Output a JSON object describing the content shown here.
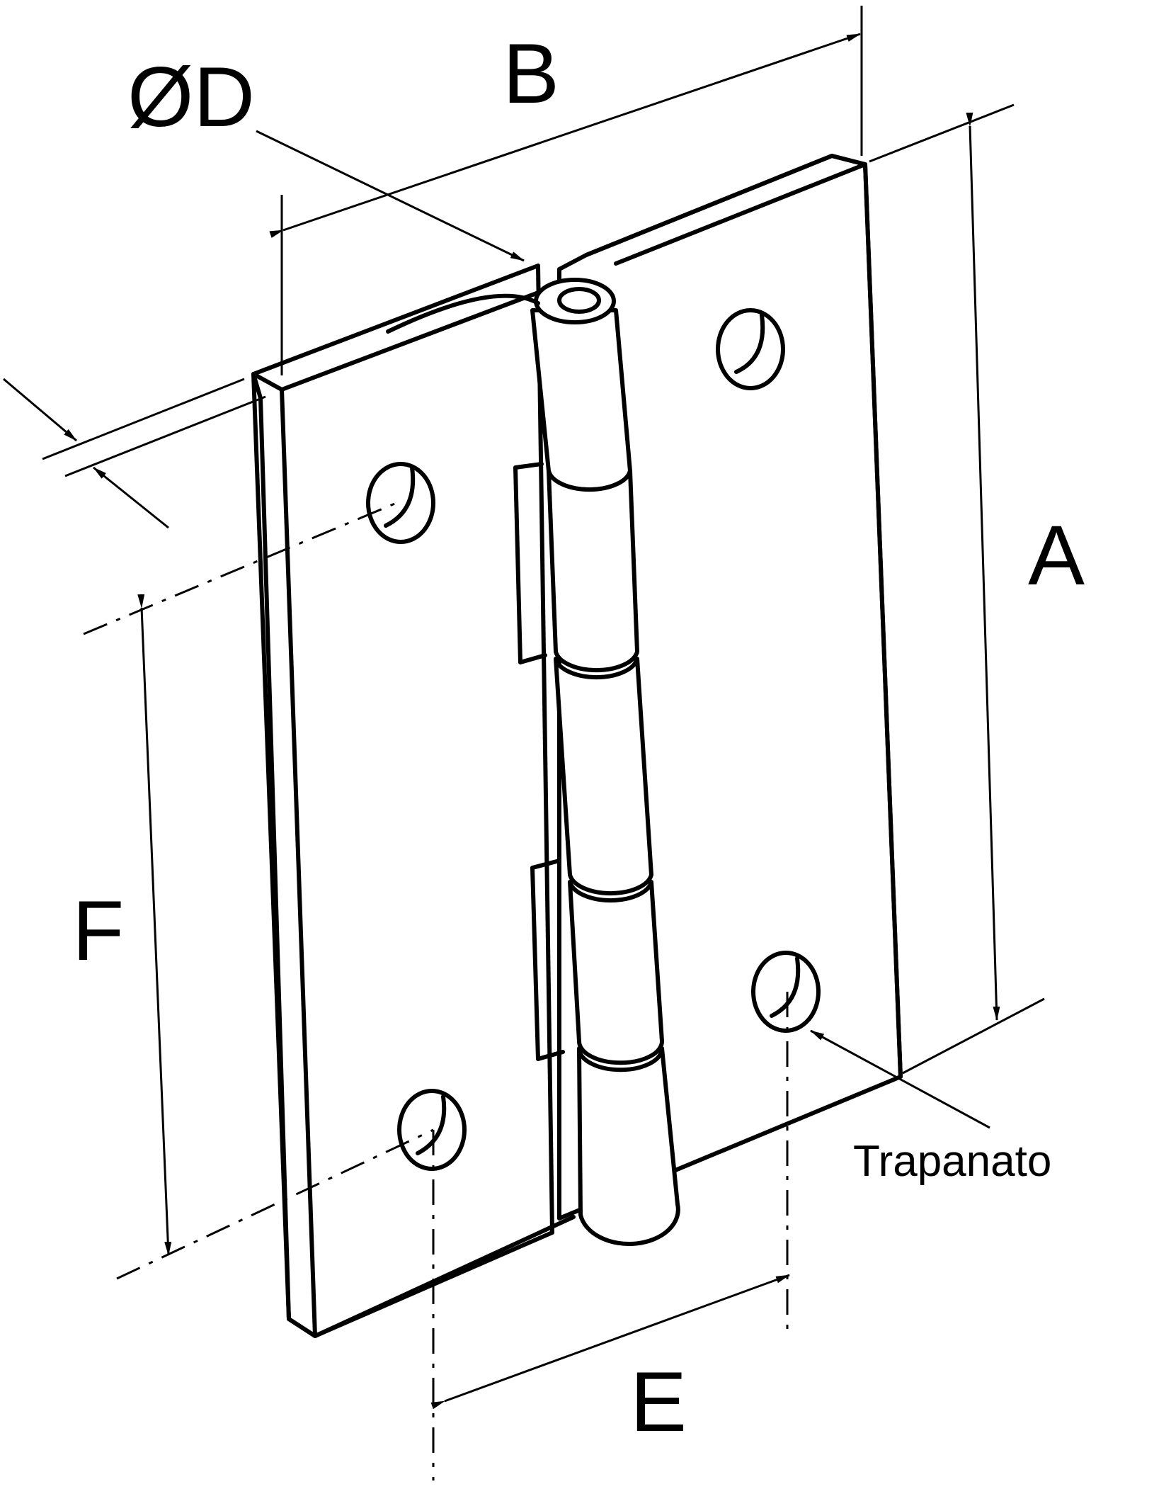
{
  "labels": {
    "A": "A",
    "B": "B",
    "D": "ØD",
    "E": "E",
    "F": "F",
    "drilled": "Trapanato"
  }
}
